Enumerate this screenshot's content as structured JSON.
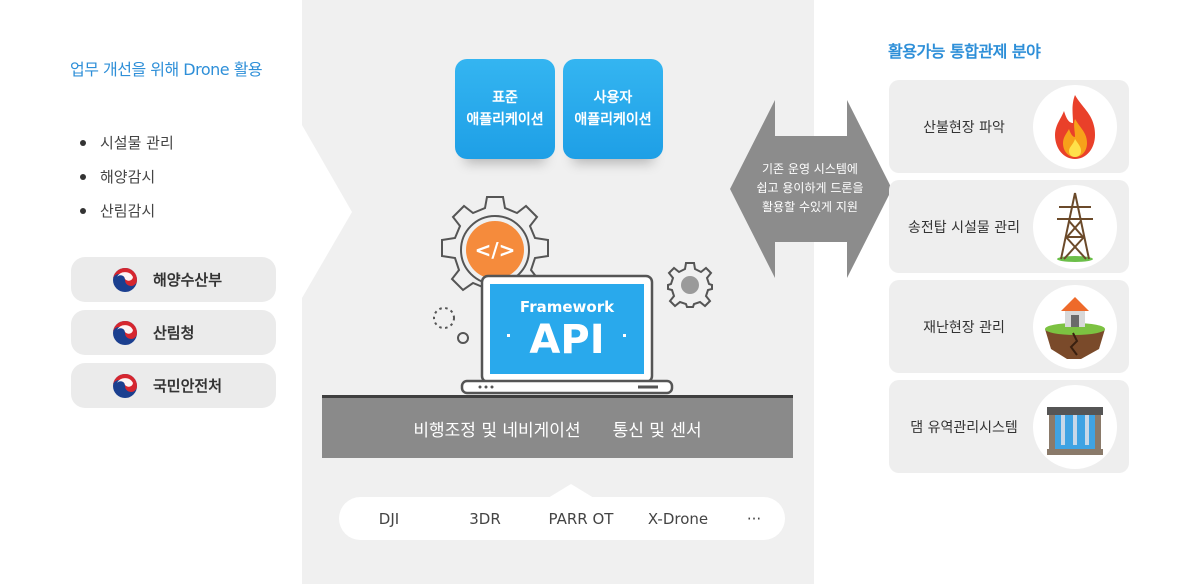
{
  "left": {
    "title": "업무 개선을 위해  Drone 활용",
    "bullets": [
      "시설물 관리",
      "해양감시",
      "산림감시"
    ],
    "orgs": [
      "해양수산부",
      "산림청",
      "국민안전처"
    ]
  },
  "center": {
    "apps": [
      {
        "line1": "표준",
        "line2": "애플리케이션"
      },
      {
        "line1": "사용자",
        "line2": "애플리케이션"
      }
    ],
    "framework_label": "Framework",
    "api_label": "API",
    "code_icon": "</>",
    "nav_items": [
      "비행조정 및 네비게이션",
      "통신 및 센서"
    ],
    "vendors": [
      "DJI",
      "3DR",
      "PARR OT",
      "X-Drone",
      "···"
    ]
  },
  "middle": {
    "lines": [
      "기존 운영 시스템에",
      "쉽고 용이하게 드론을",
      "활용할 수있게 지원"
    ]
  },
  "right": {
    "title": "활용가능 통합관제 분야",
    "fields": [
      {
        "label": "산불현장 파악",
        "icon": "fire-icon"
      },
      {
        "label": "송전탑 시설물 관리",
        "icon": "power-tower-icon"
      },
      {
        "label": "재난현장 관리",
        "icon": "disaster-house-icon"
      },
      {
        "label": "댐 유역관리시스템",
        "icon": "dam-icon"
      }
    ]
  },
  "colors": {
    "accent": "#2e8fd8",
    "app_blue": "#29a9ec",
    "gear_orange": "#f58b3c",
    "arrow_gray": "#8c8c8c"
  }
}
